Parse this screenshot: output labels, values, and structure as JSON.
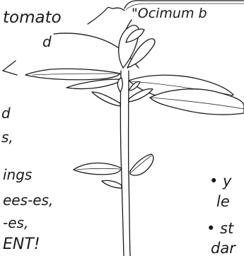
{
  "label_tomato": "tomato",
  "label_d": "d",
  "label_ocimum": "\"Ocimum b",
  "left_notes": {
    "line1": "d",
    "line2": "s,",
    "line3": "ings",
    "line4": "ees-es,",
    "line5": "-es,",
    "line6": "ENT!"
  },
  "right_notes": {
    "line1": "• y",
    "line2": "le",
    "line3": "• st",
    "line4": "dar"
  }
}
